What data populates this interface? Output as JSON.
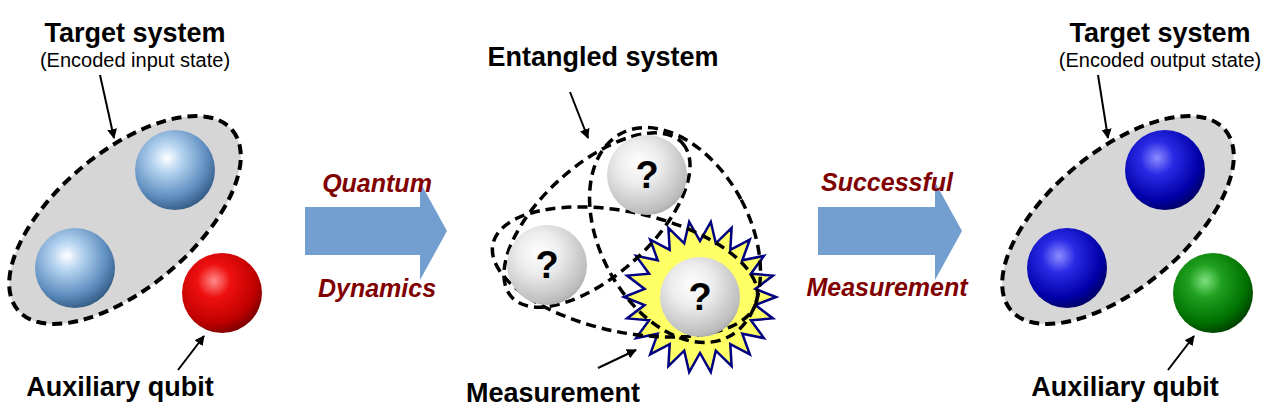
{
  "diagram": {
    "nodes": [
      {
        "text": [
          "?"
        ]
      },
      {
        "text": [
          "?"
        ]
      },
      {
        "text": [
          "?"
        ]
      }
    ],
    "labels": [
      "Target system",
      "(Encoded input state)",
      "Auxiliary qubit",
      "Quantum",
      "Dynamics",
      "Entangled system",
      "Measurement",
      "Successful",
      "Measurement",
      "Target system",
      "(Encoded output state)",
      "Auxiliary qubit"
    ]
  }
}
